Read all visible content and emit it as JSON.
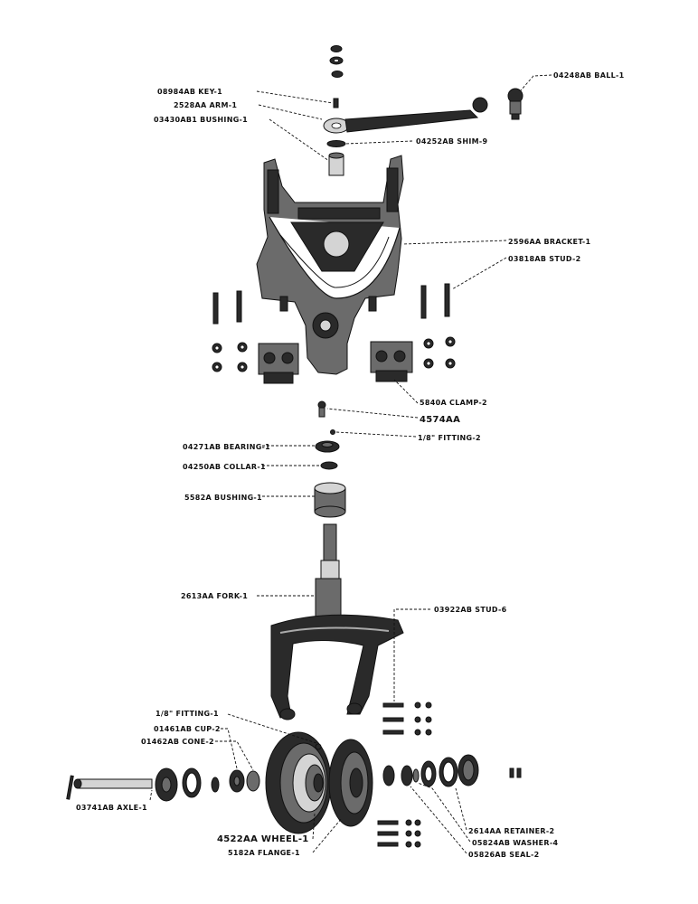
{
  "labels": {
    "key": "08984AB KEY-1",
    "ball": "04248AB BALL-1",
    "arm": "2528AA ARM-1",
    "bushing_top": "03430AB1 BUSHING-1",
    "shim": "04252AB SHIM-9",
    "bracket": "2596AA BRACKET-1",
    "stud_top": "03818AB STUD-2",
    "clamp": "5840A CLAMP-2",
    "part_4574": "4574AA",
    "fitting_2": "1/8\" FITTING-2",
    "bearing": "04271AB BEARING-1",
    "collar": "04250AB COLLAR-1",
    "bushing_mid": "5582A BUSHING-1",
    "fork": "2613AA FORK-1",
    "stud_6": "03922AB STUD-6",
    "fitting_1": "1/8\" FITTING-1",
    "cup": "01461AB CUP-2",
    "cone": "01462AB CONE-2",
    "axle": "03741AB AXLE-1",
    "wheel": "4522AA WHEEL-1",
    "flange": "5182A FLANGE-1",
    "retainer": "2614AA RETAINER-2",
    "washer": "05824AB WASHER-4",
    "seal": "05826AB SEAL-2"
  }
}
